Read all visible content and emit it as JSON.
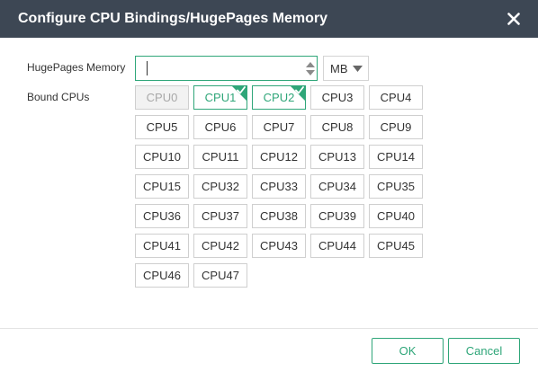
{
  "dialog": {
    "title": "Configure CPU Bindings/HugePages Memory"
  },
  "hugepages": {
    "label": "HugePages Memory",
    "value": "",
    "unit": "MB"
  },
  "cpus": {
    "label": "Bound CPUs",
    "items": [
      {
        "label": "CPU0",
        "state": "disabled"
      },
      {
        "label": "CPU1",
        "state": "selected"
      },
      {
        "label": "CPU2",
        "state": "selected"
      },
      {
        "label": "CPU3",
        "state": "normal"
      },
      {
        "label": "CPU4",
        "state": "normal"
      },
      {
        "label": "CPU5",
        "state": "normal"
      },
      {
        "label": "CPU6",
        "state": "normal"
      },
      {
        "label": "CPU7",
        "state": "normal"
      },
      {
        "label": "CPU8",
        "state": "normal"
      },
      {
        "label": "CPU9",
        "state": "normal"
      },
      {
        "label": "CPU10",
        "state": "normal"
      },
      {
        "label": "CPU11",
        "state": "normal"
      },
      {
        "label": "CPU12",
        "state": "normal"
      },
      {
        "label": "CPU13",
        "state": "normal"
      },
      {
        "label": "CPU14",
        "state": "normal"
      },
      {
        "label": "CPU15",
        "state": "normal"
      },
      {
        "label": "CPU32",
        "state": "normal"
      },
      {
        "label": "CPU33",
        "state": "normal"
      },
      {
        "label": "CPU34",
        "state": "normal"
      },
      {
        "label": "CPU35",
        "state": "normal"
      },
      {
        "label": "CPU36",
        "state": "normal"
      },
      {
        "label": "CPU37",
        "state": "normal"
      },
      {
        "label": "CPU38",
        "state": "normal"
      },
      {
        "label": "CPU39",
        "state": "normal"
      },
      {
        "label": "CPU40",
        "state": "normal"
      },
      {
        "label": "CPU41",
        "state": "normal"
      },
      {
        "label": "CPU42",
        "state": "normal"
      },
      {
        "label": "CPU43",
        "state": "normal"
      },
      {
        "label": "CPU44",
        "state": "normal"
      },
      {
        "label": "CPU45",
        "state": "normal"
      },
      {
        "label": "CPU46",
        "state": "normal"
      },
      {
        "label": "CPU47",
        "state": "normal"
      }
    ]
  },
  "footer": {
    "ok_label": "OK",
    "cancel_label": "Cancel"
  },
  "colors": {
    "header_bg": "#3d4754",
    "accent": "#2fa679",
    "border": "#cfcfcf",
    "disabled_bg": "#f2f2f2"
  },
  "icons": {
    "close": "close-icon",
    "spinner_up": "triangle-up-icon",
    "spinner_down": "triangle-down-icon",
    "dropdown": "chevron-down-icon",
    "selected": "checkmark-icon"
  }
}
